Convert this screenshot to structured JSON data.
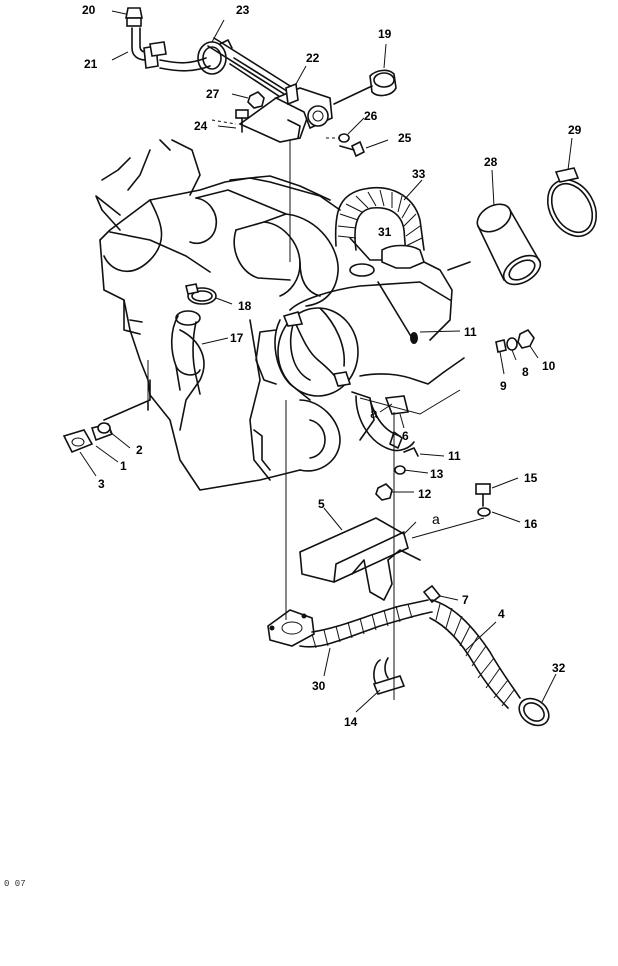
{
  "labels": [
    {
      "id": "l20",
      "text": "20"
    },
    {
      "id": "l23",
      "text": "23"
    },
    {
      "id": "l21",
      "text": "21"
    },
    {
      "id": "l19",
      "text": "19"
    },
    {
      "id": "l22",
      "text": "22"
    },
    {
      "id": "l27",
      "text": "27"
    },
    {
      "id": "l26",
      "text": "26"
    },
    {
      "id": "l24",
      "text": "24"
    },
    {
      "id": "l25",
      "text": "25"
    },
    {
      "id": "l29",
      "text": "29"
    },
    {
      "id": "l33",
      "text": "33"
    },
    {
      "id": "l28",
      "text": "28"
    },
    {
      "id": "l31",
      "text": "31"
    },
    {
      "id": "l18",
      "text": "18"
    },
    {
      "id": "l17",
      "text": "17"
    },
    {
      "id": "l11a",
      "text": "11"
    },
    {
      "id": "l10",
      "text": "10"
    },
    {
      "id": "l8",
      "text": "8"
    },
    {
      "id": "l9",
      "text": "9"
    },
    {
      "id": "l2",
      "text": "2"
    },
    {
      "id": "l1",
      "text": "1"
    },
    {
      "id": "l3",
      "text": "3"
    },
    {
      "id": "l6",
      "text": "6"
    },
    {
      "id": "l11b",
      "text": "11"
    },
    {
      "id": "l13",
      "text": "13"
    },
    {
      "id": "l12",
      "text": "12"
    },
    {
      "id": "l15",
      "text": "15"
    },
    {
      "id": "l16",
      "text": "16"
    },
    {
      "id": "l5",
      "text": "5"
    },
    {
      "id": "l7",
      "text": "7"
    },
    {
      "id": "l4",
      "text": "4"
    },
    {
      "id": "l32",
      "text": "32"
    },
    {
      "id": "l30",
      "text": "30"
    },
    {
      "id": "l14",
      "text": "14"
    }
  ],
  "refs": {
    "a1": "a",
    "a2": "a"
  },
  "footer_mark": "0 07"
}
